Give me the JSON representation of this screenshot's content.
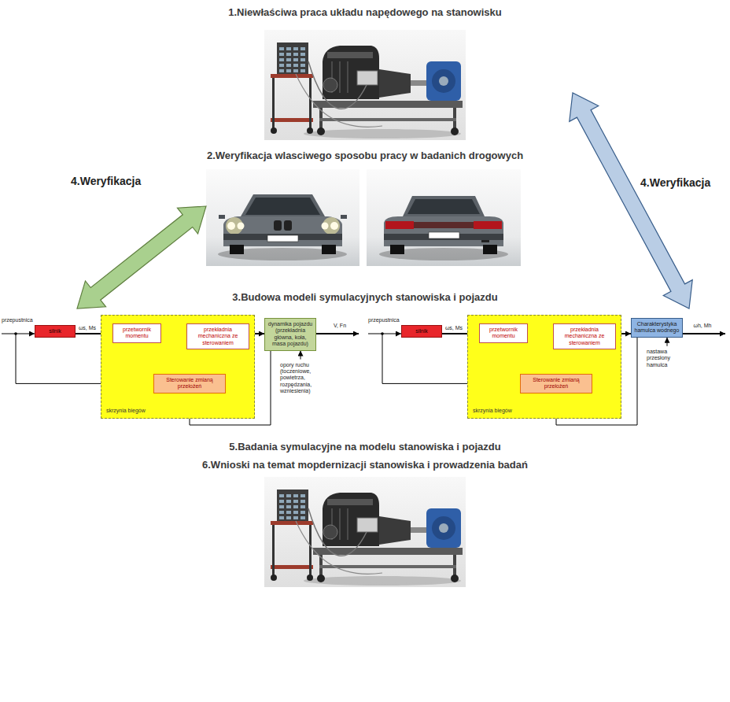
{
  "diagram": {
    "nodes": [
      {
        "text": [
          "silnik"
        ]
      },
      {
        "text": [
          "skrzynia biegów"
        ]
      },
      {
        "text": [
          "przetwornik momentu"
        ],
        "in": 1
      },
      {
        "text": [
          "przekładnia mechaniczna ze sterowaniem"
        ],
        "in": 1
      },
      {
        "text": [
          "Sterowanie zmianą przełożeń"
        ],
        "in": 1
      },
      {
        "text": [
          "dynamika pojazdu (przekładnia główna, koła, masa pojazdu)"
        ]
      },
      {
        "text": [
          "silnik"
        ]
      },
      {
        "text": [
          "skrzynia biegów"
        ]
      },
      {
        "text": [
          "przetwornik momentu"
        ],
        "in": 7
      },
      {
        "text": [
          "przekładnia mechaniczna ze sterowaniem"
        ],
        "in": 7
      },
      {
        "text": [
          "Sterowanie zmianą przełożeń"
        ],
        "in": 7
      },
      {
        "text": [
          "Charakterystyka hamulca wodnego"
        ]
      }
    ],
    "edges": [
      {
        "from": 0,
        "to": 2,
        "label": "ωs, Ms",
        "arrow": "to"
      },
      {
        "from": 2,
        "to": 3,
        "arrow": "to"
      },
      {
        "from": 3,
        "to": 5,
        "arrow": "to"
      },
      {
        "from": 4,
        "to": 3,
        "arrow": "to"
      },
      {
        "from": 5,
        "to": 4,
        "arrow": "to"
      },
      {
        "from": 6,
        "to": 8,
        "label": "ωs, Ms",
        "arrow": "to"
      },
      {
        "from": 8,
        "to": 9,
        "arrow": "to"
      },
      {
        "from": 9,
        "to": 11,
        "arrow": "to"
      },
      {
        "from": 10,
        "to": 9,
        "arrow": "to"
      },
      {
        "from": 11,
        "to": 10,
        "arrow": "to"
      }
    ],
    "labels": [
      "1.Niewłaściwa praca układu napędowego na stanowisku",
      "2.Weryfikacja wlasciwego sposobu pracy w badanich drogowych",
      "4.Weryfikacja",
      "4.Weryfikacja",
      "3.Budowa modeli symulacyjnych stanowiska i pojazdu",
      "przepustnica",
      "V, Fn",
      "opory ruchu (toczeniowe, powietrza, rozpędzania, wzniesienia)",
      "przepustnica",
      "ωh, Mh",
      "nastawa przesłony hamulca",
      "5.Badania symulacyjne na modelu stanowiska i pojazdu",
      "6.Wnioski na temat mopdernizacji stanowiska i prowadzenia badań"
    ]
  }
}
